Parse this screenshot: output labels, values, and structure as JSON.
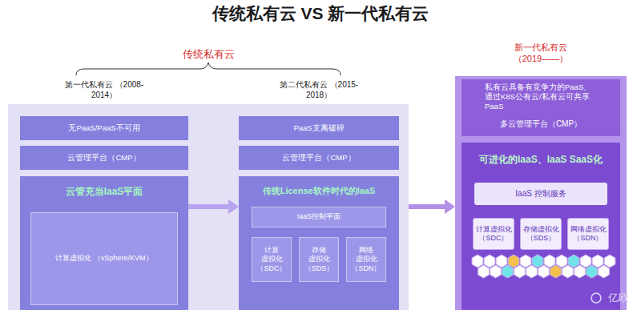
{
  "diagram": {
    "title": "传统私有云 VS 新一代私有云",
    "nodes": [
      {
        "text": [
          "传统私有云"
        ]
      },
      {
        "text": [
          "无PaaS/PaaS不可用"
        ],
        "in": 0
      },
      {
        "text": [
          "云管理平台（CMP）"
        ],
        "in": 0
      },
      {
        "text": [
          "云管充当IaaS平面"
        ],
        "in": 0
      },
      {
        "text": [
          "计算虚拟化 （vSphere/KVM）"
        ],
        "in": 3
      },
      {
        "text": [
          "PaaS支离破碎"
        ],
        "in": 0
      },
      {
        "text": [
          "云管理平台（CMP）"
        ],
        "in": 0
      },
      {
        "text": [
          "传统License软件时代的IaaS"
        ],
        "in": 0
      },
      {
        "text": [
          "IaaS控制平面"
        ],
        "in": 7
      },
      {
        "text": [
          "计算 虚拟化 （SDC）"
        ],
        "in": 7
      },
      {
        "text": [
          "存储 虚拟化 （SDS）"
        ],
        "in": 7
      },
      {
        "text": [
          "网络 虚拟化 （SDN）"
        ],
        "in": 7
      },
      {
        "text": [
          "新一代私有云 （2019——）"
        ]
      },
      {
        "text": [
          "私有云具备有竞争力的PaaS、 通过K8S公有云/私有云可共享PaaS"
        ],
        "in": 12
      },
      {
        "text": [
          "多云管理平台（CMP）"
        ],
        "in": 12
      },
      {
        "text": [
          "可进化的IaaS、IaaS SaaS化"
        ],
        "in": 12
      },
      {
        "text": [
          "IaaS 控制服务"
        ],
        "in": 15
      },
      {
        "text": [
          "计算虚拟化 （SDC）"
        ],
        "in": 15
      },
      {
        "text": [
          "存储虚拟化 （SDS）"
        ],
        "in": 15
      },
      {
        "text": [
          "网络虚拟化 （SDN）"
        ],
        "in": 15
      }
    ],
    "edges": [
      {
        "from": 3,
        "to": 7,
        "arrow": "to"
      },
      {
        "from": 0,
        "to": 12,
        "arrow": "to"
      }
    ],
    "labels": [
      "第一代私有云 （2008-2014）",
      "第二代私有云 （2015-2018）",
      "亿欧"
    ]
  }
}
